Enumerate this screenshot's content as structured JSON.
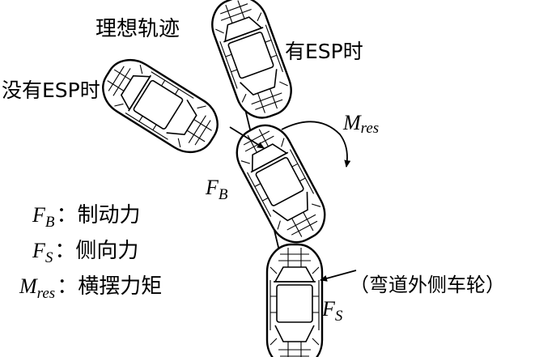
{
  "labels": {
    "ideal_trajectory": "理想轨迹",
    "with_esp": "有ESP时",
    "without_esp": "没有ESP时",
    "m_res_main": "M",
    "m_res_sub": "res",
    "fb_main": "F",
    "fb_sub": "B",
    "fs_main": "F",
    "fs_sub": "S",
    "outer_wheel": "（弯道外侧车轮）"
  },
  "legend": [
    {
      "sym": "F",
      "sub": "B",
      "text": "：制动力"
    },
    {
      "sym": "F",
      "sub": "S",
      "text": "：侧向力"
    },
    {
      "sym": "M",
      "sub": "res",
      "text": "：横摆力矩"
    }
  ]
}
